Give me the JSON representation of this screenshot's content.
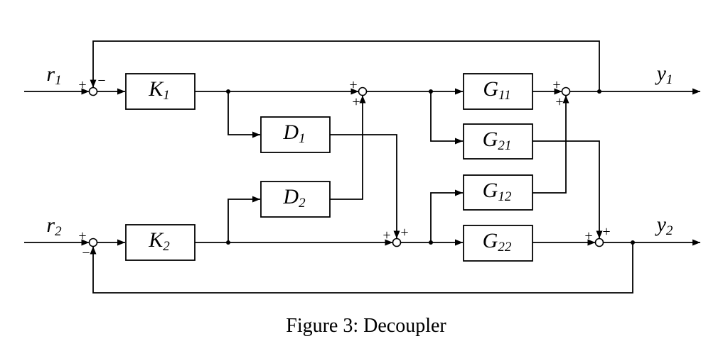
{
  "figure": {
    "caption": "Figure 3: Decoupler"
  },
  "signals": {
    "r1": {
      "base": "r",
      "sub": "1"
    },
    "r2": {
      "base": "r",
      "sub": "2"
    },
    "y1": {
      "base": "y",
      "sub": "1"
    },
    "y2": {
      "base": "y",
      "sub": "2"
    }
  },
  "blocks": {
    "K1": {
      "base": "K",
      "sub": "1"
    },
    "K2": {
      "base": "K",
      "sub": "2"
    },
    "D1": {
      "base": "D",
      "sub": "1"
    },
    "D2": {
      "base": "D",
      "sub": "2"
    },
    "G11": {
      "base": "G",
      "sub": "11"
    },
    "G21": {
      "base": "G",
      "sub": "21"
    },
    "G12": {
      "base": "G",
      "sub": "12"
    },
    "G22": {
      "base": "G",
      "sub": "22"
    }
  },
  "junctions": {
    "sum1": {
      "input": "+",
      "feedback": "−"
    },
    "sum2": {
      "input": "+",
      "feedback": "−"
    },
    "sum3": {
      "input": "+",
      "decoupler": "+"
    },
    "sum4": {
      "input": "+",
      "decoupler": "+"
    },
    "sum5": {
      "direct": "+",
      "cross": "+"
    },
    "sum6": {
      "direct": "+",
      "cross": "+"
    }
  },
  "colors": {
    "line": "#000000",
    "background": "#ffffff",
    "box_fill": "#ffffff"
  }
}
